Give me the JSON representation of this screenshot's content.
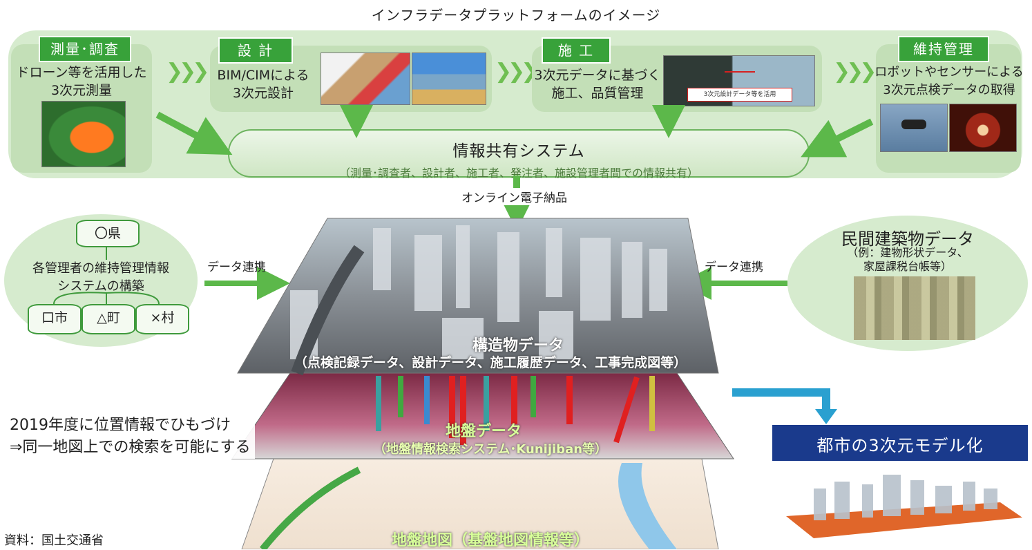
{
  "title": "インフラデータプラットフォームのイメージ",
  "stages": [
    {
      "label": "測量･調査",
      "text": "ドローン等を活用した3次元測量"
    },
    {
      "label": "設 計",
      "text": "BIM/CIMによる3次元設計"
    },
    {
      "label": "施 工",
      "text": "3次元データに基づく施工、品質管理"
    },
    {
      "label": "維持管理",
      "text": "ロボットやセンサーによる3次元点検データの取得"
    }
  ],
  "stage_lines": {
    "survey": [
      "ドローン等を活用した",
      "3次元測量"
    ],
    "design": [
      "BIM/CIMによる",
      "3次元設計"
    ],
    "construction": [
      "3次元データに基づく",
      "施工、品質管理"
    ],
    "maintenance": [
      "ロボットやセンサーによる",
      "3次元点検データの取得"
    ]
  },
  "construction_photo_caption": "3次元設計データ等を活用",
  "share_system": {
    "title": "情報共有システム",
    "subtitle": "（測量･調査者、設計者、施工者、発注者、施設管理者間での情報共有）"
  },
  "online_delivery": "オンライン電子納品",
  "left_ellipse": {
    "prefecture": "〇県",
    "caption_lines": [
      "各管理者の維持管理情報",
      "システムの構築"
    ],
    "municipalities": [
      "口市",
      "△町",
      "×村"
    ]
  },
  "right_ellipse": {
    "title": "民間建築物データ",
    "lines": [
      "（例：建物形状データ、",
      "家屋課税台帳等）"
    ]
  },
  "data_link_left": "データ連携",
  "data_link_right": "データ連携",
  "layers": {
    "structure_title": "構造物データ",
    "structure_sub": "（点検記録データ、設計データ、施工履歴データ、工事完成図等）",
    "ground_title": "地盤データ",
    "ground_sub": "（地盤情報検索システム･Kunijiban等）",
    "map_title": "地盤地図（基盤地図情報等）"
  },
  "note_lines": [
    "2019年度に位置情報でひもづけ",
    "⇒同一地図上での検索を可能にする"
  ],
  "city_model": "都市の3次元モデル化",
  "source": "資料：国土交通省",
  "colors": {
    "green": "#38a23a",
    "light_green": "#d6ebce",
    "arrow_green": "#5cb84a",
    "blue": "#1a3a8c",
    "arrow_blue": "#2aa0d0"
  }
}
